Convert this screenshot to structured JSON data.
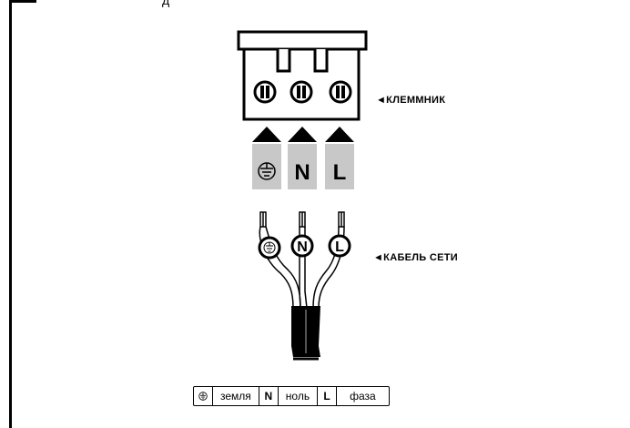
{
  "top_clip_text": "д",
  "labels": {
    "terminal": "◄КЛЕММНИК",
    "cable": "◄КАБЕЛЬ СЕТИ"
  },
  "terminal_letters": {
    "neutral": "N",
    "phase": "L"
  },
  "cable_letters": {
    "neutral": "N",
    "phase": "L"
  },
  "legend": {
    "earth_label": "земля",
    "neutral_symbol": "N",
    "neutral_label": "ноль",
    "phase_symbol": "L",
    "phase_label": "фаза"
  },
  "colors": {
    "ink": "#000000",
    "gray_box": "#c8c8c8",
    "background": "#ffffff"
  }
}
